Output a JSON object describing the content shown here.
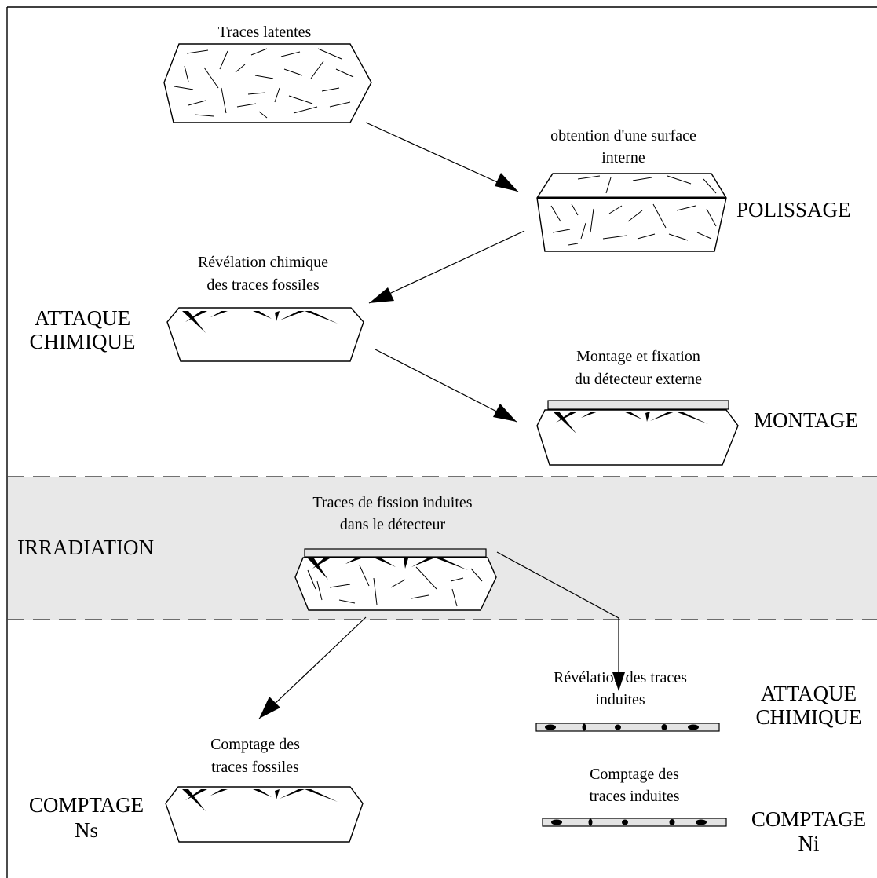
{
  "captions": {
    "latent": [
      "Traces latentes"
    ],
    "internal_surface": [
      "obtention d'une surface",
      "interne"
    ],
    "chemical_reveal": [
      "Révélation chimique",
      "des traces fossiles"
    ],
    "mounting": [
      "Montage et fixation",
      "du détecteur externe"
    ],
    "induced": [
      "Traces de fission induites",
      "dans le détecteur"
    ],
    "reveal_induced": [
      "Révélation des traces",
      "induites"
    ],
    "count_fossil": [
      "Comptage des",
      "traces fossiles"
    ],
    "count_induced": [
      "Comptage des",
      "traces induites"
    ]
  },
  "step_labels": {
    "polissage": [
      "POLISSAGE"
    ],
    "attaque_1": [
      "ATTAQUE",
      "CHIMIQUE"
    ],
    "montage": [
      "MONTAGE"
    ],
    "irradiation": [
      "IRRADIATION"
    ],
    "attaque_2": [
      "ATTAQUE",
      "CHIMIQUE"
    ],
    "comptage_ns": [
      "COMPTAGE",
      "Ns"
    ],
    "comptage_ni": [
      "COMPTAGE",
      "Ni"
    ]
  },
  "colors": {
    "irradiation_band": "#e8e8e8",
    "detector_strip": "#e4e4e4",
    "ink": "#000000"
  }
}
